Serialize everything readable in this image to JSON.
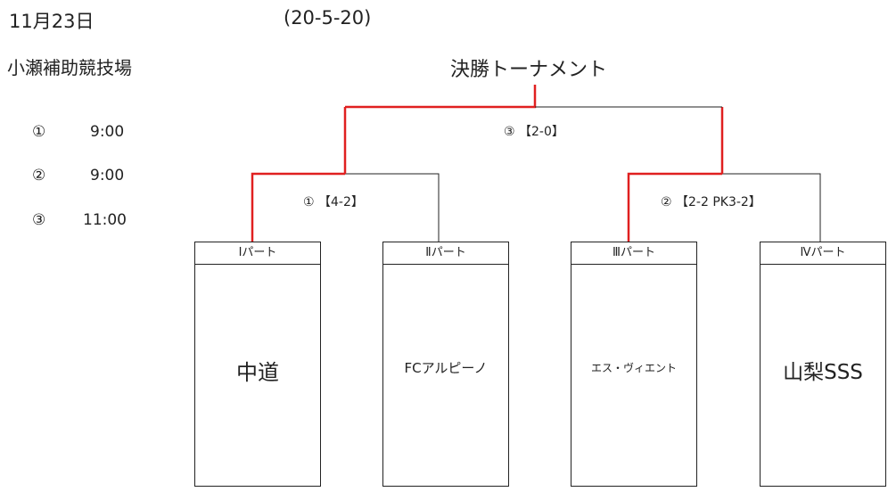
{
  "header": {
    "date": "11月23日",
    "match_format": "(20-5-20)",
    "venue": "小瀬補助競技場",
    "title": "決勝トーナメント"
  },
  "schedule": [
    {
      "num": "①",
      "time": "9:00"
    },
    {
      "num": "②",
      "time": "9:00"
    },
    {
      "num": "③",
      "time": "11:00"
    }
  ],
  "results": {
    "match1": "① 【4-2】",
    "match2": "② 【2-2 PK3-2】",
    "match3": "③ 【2-0】"
  },
  "parts": [
    {
      "label": "Ⅰパート",
      "team": "中道"
    },
    {
      "label": "Ⅱパート",
      "team": "FCアルピーノ"
    },
    {
      "label": "Ⅲパート",
      "team": "エス・ヴィエント"
    },
    {
      "label": "Ⅳパート",
      "team": "山梨SSS"
    }
  ],
  "colors": {
    "winner_line": "#e02020",
    "line": "#222222"
  }
}
